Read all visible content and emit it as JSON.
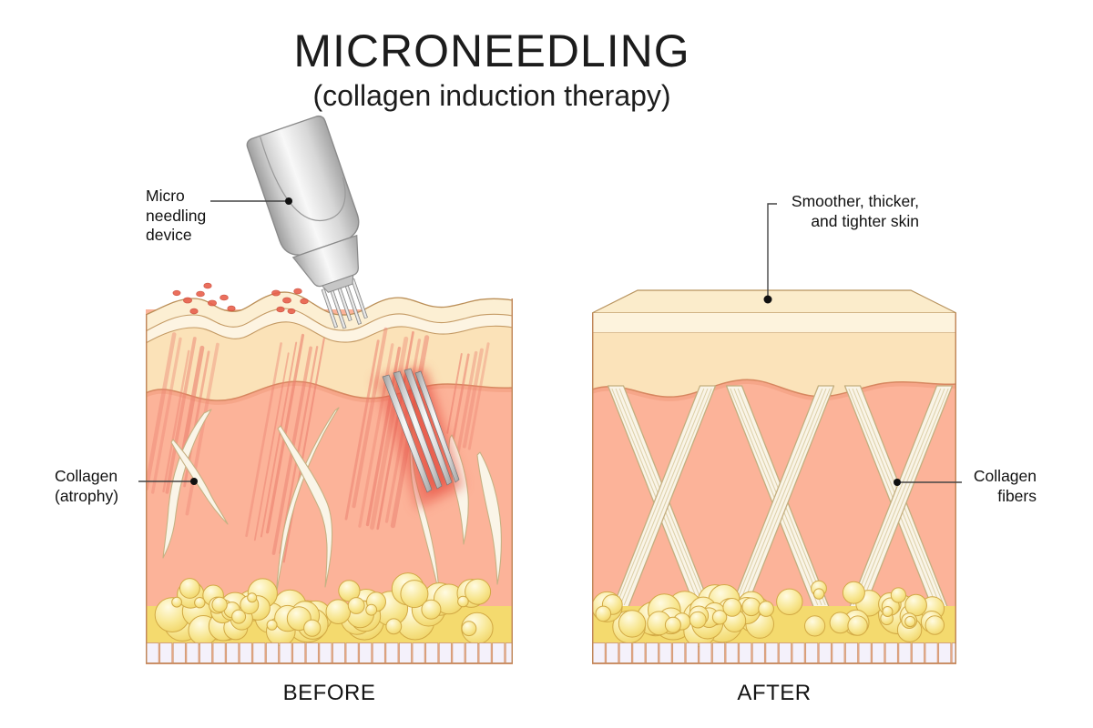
{
  "title": {
    "main": "MICRONEEDLING",
    "subtitle": "(collagen induction therapy)"
  },
  "panels": {
    "before": {
      "caption": "BEFORE"
    },
    "after": {
      "caption": "AFTER"
    }
  },
  "annotations": {
    "device": {
      "lines": [
        "Micro",
        "needling",
        "device"
      ]
    },
    "collagen_atrophy": {
      "lines": [
        "Collagen",
        "(atrophy)"
      ]
    },
    "smoother": {
      "lines": [
        "Smoother, thicker,",
        "and tighter skin"
      ]
    },
    "collagen_fibers": {
      "lines": [
        "Collagen",
        "fibers"
      ]
    }
  },
  "palette": {
    "background": "#ffffff",
    "ink": "#141414",
    "epidermis_surface": "#fcefd3",
    "epidermis_light_band": "#fdf4e2",
    "epidermis_tan": "#fbe2b8",
    "dermis_pink": "#fcb399",
    "wound_red": "#ec8170",
    "micro_injury_dot": "#e9604c",
    "collagen_fiber": "#f9f4e7",
    "fiber_outline": "#c3ae7e",
    "fat_yellow": "#f4da6e",
    "fat_outline": "#d2a945",
    "basement_cell": "#f4f1fb",
    "device_metal": "#d9d9d9",
    "leader_line": "#444444"
  }
}
